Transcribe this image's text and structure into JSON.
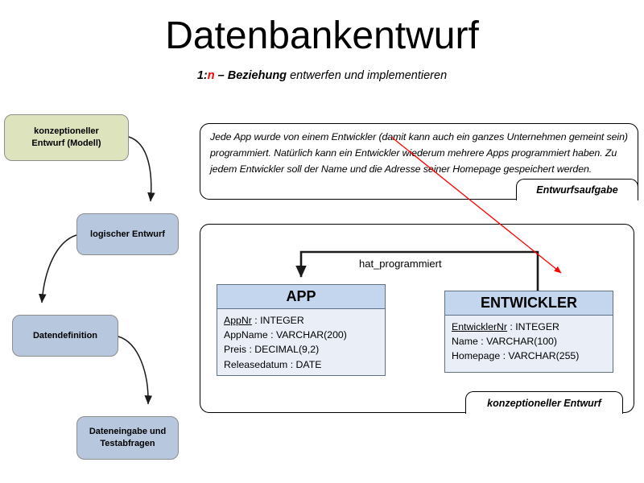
{
  "slide": {
    "title": "Datenbankentwurf",
    "subtitle": {
      "bold_prefix": "1:",
      "red_n": "n",
      "bold_rest": " – Beziehung",
      "plain_rest": " entwerfen und implementieren"
    },
    "background_color": "#ffffff"
  },
  "process_flow": {
    "boxes": [
      {
        "id": "konzeptioneller-entwurf-modell",
        "line1": "konzeptioneller",
        "line2": "Entwurf (Modell)",
        "fill": "#dce3bd"
      },
      {
        "id": "logischer-entwurf",
        "line1": "logischer Entwurf",
        "line2": "",
        "fill": "#b6c7de"
      },
      {
        "id": "datendefinition",
        "line1": "Datendefinition",
        "line2": "",
        "fill": "#b6c7de"
      },
      {
        "id": "dateneingabe-testabfragen",
        "line1": "Dateneingabe und",
        "line2": "Testabfragen",
        "fill": "#b6c7de"
      }
    ]
  },
  "task_panel": {
    "text": "Jede App wurde von einem Entwickler (damit kann auch ein ganzes Unternehmen gemeint sein) programmiert. Natürlich kann ein Entwickler wiederum mehrere Apps programmiert haben. Zu jedem Entwickler soll der Name und die Adresse seiner Homepage gespeichert werden.",
    "caption": "Entwurfsaufgabe"
  },
  "model_panel": {
    "caption": "konzeptioneller Entwurf",
    "relationship_label": "hat_programmiert",
    "entities": [
      {
        "name": "APP",
        "attributes": [
          {
            "name": "AppNr",
            "type": "INTEGER",
            "pk": true
          },
          {
            "name": "AppName",
            "type": "VARCHAR(200)",
            "pk": false
          },
          {
            "name": "Preis",
            "type": "DECIMAL(9,2)",
            "pk": false
          },
          {
            "name": "Releasedatum",
            "type": "DATE",
            "pk": false
          }
        ]
      },
      {
        "name": "ENTWICKLER",
        "attributes": [
          {
            "name": "EntwicklerNr",
            "type": "INTEGER",
            "pk": true
          },
          {
            "name": "Name",
            "type": "VARCHAR(100)",
            "pk": false
          },
          {
            "name": "Homepage",
            "type": "VARCHAR(255)",
            "pk": false
          }
        ]
      }
    ],
    "header_color": "#c4d5ee",
    "body_color": "#e9eef7"
  },
  "annotation": {
    "arrow_color": "#ff0000",
    "description": "red-pointer-arrow-from-task-text-to-entwickler-relation"
  }
}
